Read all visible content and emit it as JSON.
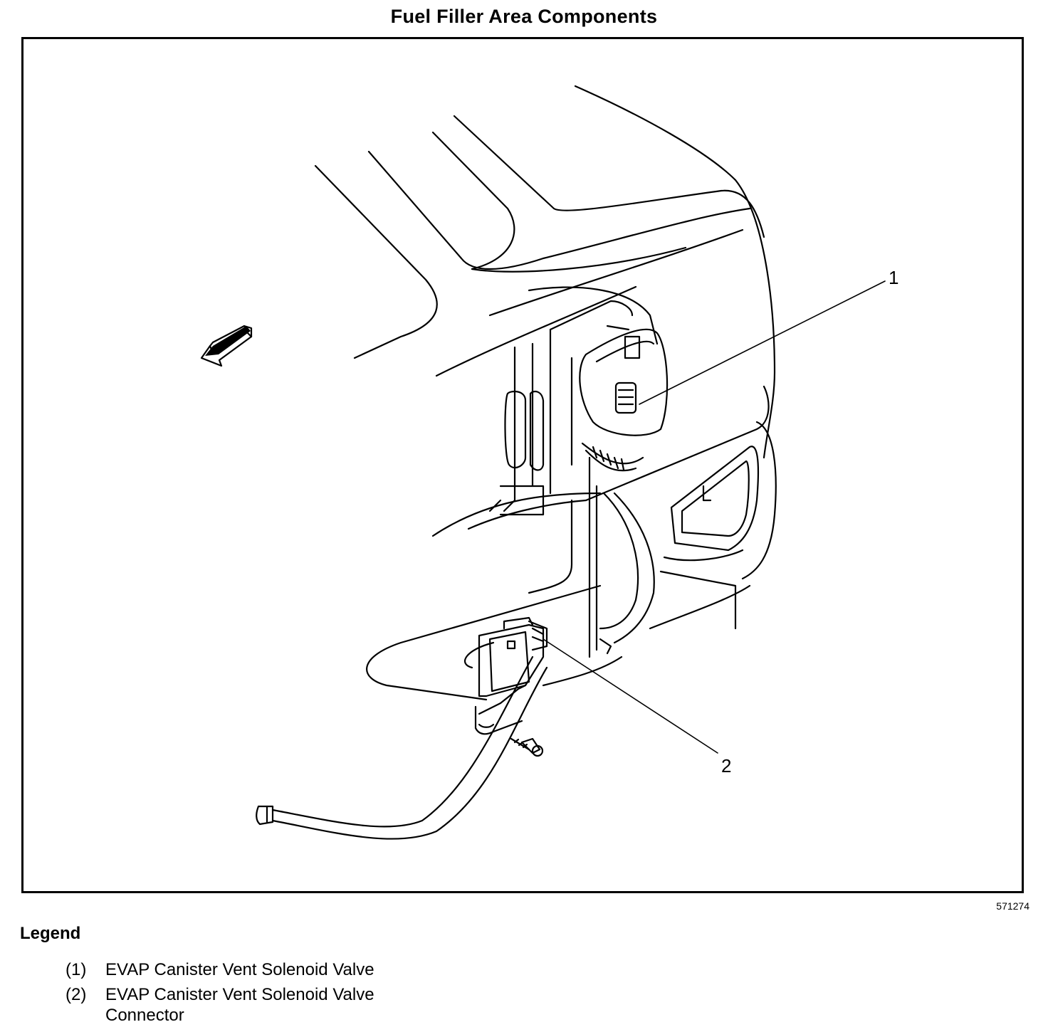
{
  "title": "Fuel Filler Area Components",
  "figure_id": "571274",
  "callouts": [
    {
      "label": "1"
    },
    {
      "label": "2"
    }
  ],
  "legend": {
    "title": "Legend",
    "items": [
      {
        "num": "(1)",
        "text": "EVAP Canister Vent Solenoid Valve"
      },
      {
        "num": "(2)",
        "text": "EVAP Canister Vent Solenoid Valve Connector"
      }
    ]
  }
}
